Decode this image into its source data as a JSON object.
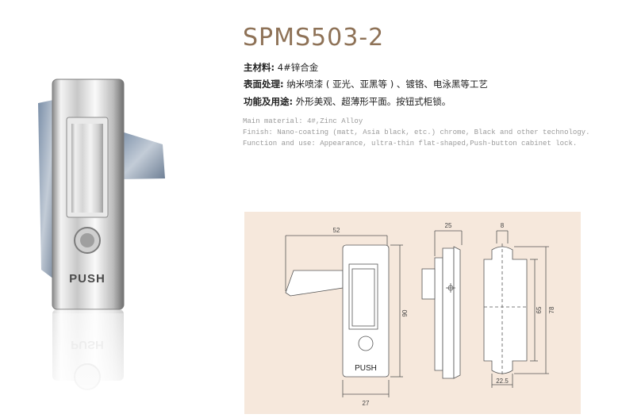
{
  "product": {
    "model": "SPMS503-2",
    "photo_push_label": "PUSH"
  },
  "specs_cn": [
    {
      "label": "主材料:",
      "value": "4#锌合金"
    },
    {
      "label": "表面处理:",
      "value": "纳米喷漆 ( 亚光、亚黑等 ) 、镀铬、电泳黑等工艺"
    },
    {
      "label": "功能及用途:",
      "value": "外形美观、超薄形平面。按钮式柜锁。"
    }
  ],
  "specs_en": [
    "Main material: 4#,Zinc Alloy",
    "Finish: Nano-coating (matt, Asia black, etc.) chrome, Black and other technology.",
    "Function and use: Appearance, ultra-thin flat-shaped,Push-button cabinet lock."
  ],
  "drawing": {
    "front_width": "52",
    "front_height": "90",
    "front_body_width": "27",
    "front_push_label": "PUSH",
    "side_depth": "25",
    "back_top_width": "8",
    "back_height_inner": "65",
    "back_height_outer": "78",
    "back_bottom_width": "22.5"
  },
  "colors": {
    "title": "#8e7257",
    "panel_bg": "#f6e8dc"
  }
}
